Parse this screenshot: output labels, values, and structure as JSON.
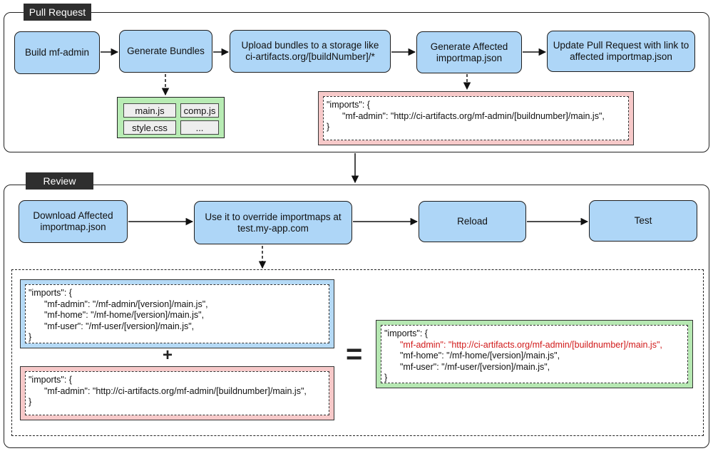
{
  "pull_request": {
    "label": "Pull Request",
    "steps": [
      {
        "label": "Build mf-admin"
      },
      {
        "label": "Generate Bundles"
      },
      {
        "label": "Upload bundles to a storage like\nci-artifacts.org/[buildNumber]/*"
      },
      {
        "label": "Generate Affected\nimportmap.json"
      },
      {
        "label": "Update Pull Request with link to\naffected importmap.json"
      }
    ],
    "bundle_files": [
      "main.js",
      "comp.js",
      "style.css",
      "..."
    ],
    "affected_importmap": {
      "lines": [
        "\"imports\": {",
        "\"mf-admin\": \"http://ci-artifacts.org/mf-admin/[buildnumber]/main.js\",",
        "}"
      ]
    }
  },
  "review": {
    "label": "Review",
    "steps": [
      {
        "label": "Download Affected\nimportmap.json"
      },
      {
        "label": "Use it to override importmaps at\ntest.my-app.com"
      },
      {
        "label": "Reload"
      },
      {
        "label": "Test"
      }
    ],
    "base_importmap": {
      "lines": [
        "\"imports\": {",
        "\"mf-admin\": \"/mf-admin/[version]/main.js\",",
        "\"mf-home\": \"/mf-home/[version]/main.js\",",
        "\"mf-user\": \"/mf-user/[version]/main.js\",",
        "}"
      ]
    },
    "override_importmap": {
      "lines": [
        "\"imports\": {",
        "\"mf-admin\": \"http://ci-artifacts.org/mf-admin/[buildnumber]/main.js\",",
        "}"
      ]
    },
    "plus_symbol": "+",
    "equals_symbol": "=",
    "result_importmap": {
      "lines": [
        "\"imports\": {",
        "\"mf-admin\": \"http://ci-artifacts.org/mf-admin/[buildnumber]/main.js\",",
        "\"mf-home\": \"/mf-home/[version]/main.js\",",
        "\"mf-user\": \"/mf-user/[version]/main.js\",",
        "}"
      ]
    }
  },
  "colors": {
    "node_fill": "#aed6f7",
    "files_fill": "#b8ecb4",
    "pink_fill": "#f7c9c9",
    "blue_fill": "#b5daf6",
    "green_fill": "#b6e8b2",
    "highlight_text": "#d11a1a"
  }
}
